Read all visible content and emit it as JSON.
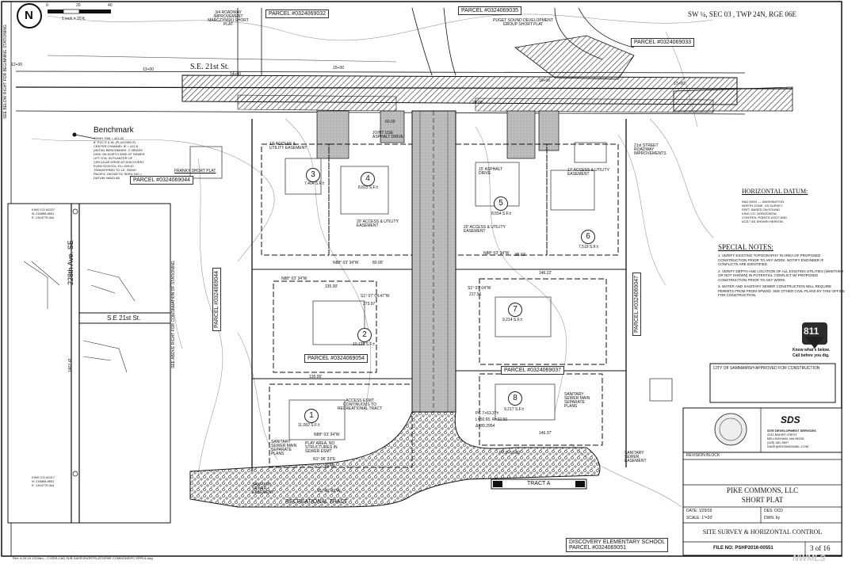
{
  "header": {
    "sheet_location": "SW ¼, SEC 03 , TWP 24N, RGE 06E",
    "north_symbol": "N",
    "scale_ticks": [
      "0",
      "20",
      "40"
    ],
    "scale_note": "1 inch = 20 ft."
  },
  "parcels": {
    "top_center_left": "PARCEL #0324069032",
    "top_center": "PARCEL #0324069035",
    "top_right": "PARCEL #0324069033",
    "left_frank": "PARCEL #0324069044",
    "left_vertical": "PARCEL #0324069044",
    "right_vertical": "PARCEL #0324069047",
    "middle_left": "PARCEL #0324069054",
    "middle_right": "PARCEL #0324069037",
    "bottom": "PARCEL #0324069051"
  },
  "short_plats": {
    "marczynski": "3/4 ROADWAY IMPROVEMENT MARCZYNSKI SHORT PLAT",
    "puget": "PUGET SOUND DEVELOPMENT GROUP SHORT PLAT",
    "franky": "FRANKY SHORT PLAT",
    "discovery": "DISCOVERY ELEMENTARY SCHOOL"
  },
  "streets": {
    "main": "S.E. 21st St.",
    "inset_street": "S.E 21st St.",
    "inset_avenue": "228th Ave. SE",
    "roadway_improvements": "21st STREET ROADWAY IMPROVEMENTS"
  },
  "stations": [
    "12+00",
    "13+00",
    "14+00",
    "15+00",
    "16+00",
    "17+00"
  ],
  "side_notes": {
    "left_top": "SEE BELOW RIGHT FOR BEGINNING STATIONING",
    "left_bottom": "SEE ABOVE RIGHT FOR CONTINUATION OF STATIONING"
  },
  "benchmark": {
    "title": "Benchmark",
    "lines": [
      "SDMH, RIM = 421.02",
      "8\" PVC E & W, (PLUGGED E)",
      "CENTER CHANNEL IE = 412.8",
      "(INITIAL BENCHMARK: 2\" BRASS",
      "DISK ON NORTH SIDE OF SEWER",
      "LIFT STA. IN PLANTER OF",
      "CIRCULAR DRIVE AT DISCOVERY",
      "ELEM SCHOOL, EL=329.00",
      "TRANSFERED TO LE, SDMH",
      "PACIFIC GEODETIC SERV. INC.)",
      "DATUM: NAVD-88"
    ]
  },
  "lots": [
    {
      "num": "1",
      "area": "11,062 S.F.±"
    },
    {
      "num": "2",
      "area": "10,125 S.F.±"
    },
    {
      "num": "3",
      "area": "7,404 S.F.±"
    },
    {
      "num": "4",
      "area": "8,815 S.F.±"
    },
    {
      "num": "5",
      "area": "8,554 S.F.±"
    },
    {
      "num": "6",
      "area": "7,519 S.F.±"
    },
    {
      "num": "7",
      "area": "9,214 S.F.±"
    },
    {
      "num": "8",
      "area": "9,217 S.F.±"
    }
  ],
  "tracts": {
    "recreational": "RECREATIONAL TRACT",
    "tract_a": "TRACT A",
    "play_area": "PLAY AREA, NO STRUCTURES IN SEWER ESMT"
  },
  "easements": {
    "access_utility_1": "17' ACCESS & UTILITY EASEMENT",
    "access_utility_2": "20' ACCESS & UTILITY EASEMENT",
    "access_utility_3": "20' ACCESS & UTILITY EASEMENT",
    "access_utility_4": "17' ACCESS & UTILITY EASEMENT",
    "joint_use": "JOINT USE ASPHALT DRIVE",
    "asphalt_drive": "15' ASPHALT DRIVE",
    "access_esmt": "ACCESS ESMT CONTINUOUS TO RECREATIONAL TRACT",
    "sewer_left": "SANITARY SEWER MAIN SEPARATE PLANS",
    "sewer_right": "SANITARY SEWER MAIN SEPARATE PLANS",
    "sewer_easement_l": "SANITARY SEWER EASEMENT",
    "sewer_easement_r": "SANITARY SEWER EASEMENT"
  },
  "bearings": [
    "N88° 03' 34\"W",
    "S1° 07' 04.47\"W",
    "N88° 03' 34\"W",
    "S1° 07' 04\"W",
    "N88° 03' 34\"W",
    "N1° 06' 33\"E",
    "S1° 06' 33\"W",
    "N88° 03' 34\"W"
  ],
  "distances": [
    "135.00'",
    "135.00'",
    "80.00'",
    "85.63'",
    "146.22'",
    "273.97",
    "217.56",
    "146.37'",
    "20.00",
    "60.00",
    "29.00"
  ],
  "curve": {
    "pc": "PC 7+63.37±",
    "data": "L=50.65, R=32.50",
    "delta": "Δ=89.2954",
    "pt": "PT 8+16.90"
  },
  "horizontal_datum": {
    "title": "HORIZONTAL DATUM:",
    "lines": [
      "NAD 83/91 — WASHINGTON",
      "NORTH ZONE, US SURVEY",
      "FEET, BASED ON FOUND",
      "KING CO. HORIZONTAL",
      "CONTROL POINTS #2227 AND",
      "#2217 AS SHOWN HEREON"
    ]
  },
  "special_notes": {
    "title": "SPECIAL NOTES:",
    "items": [
      "1. VERIFY EXISTING TOPOGRAPHY IN AREA OF PROPOSED CONSTRUCTION PRIOR TO ANY WORK. NOTIFY ENGINEER IF CONFLICTS ARE IDENTIFIED.",
      "2. VERIFY DEPTH AND LOCATION OF ALL EXISTING UTILITIES (WHETHER OR NOT SHOWN) IN POTENTIAL CONFLICT W/ PROPOSED CONSTRUCTION PRIOR TO ANY WORK.",
      "3. WATER AND SANITARY SEWER CONSTRUCTION WILL REQUIRE PERMITS FROM FROM SPWSD. SEE OTHER CIVIL PLANS  BY THIS OFFICE FOR CONSTRUCTION."
    ]
  },
  "call811": {
    "number": "811",
    "line1": "Know what's below.",
    "line2": "Call before you dig."
  },
  "approval": {
    "text": "CITY OF SAMMAMISH APPROVED FOR CONSTRUCTION"
  },
  "company": {
    "logo": "SDS",
    "name": "SITE DEVELOPMENT SERVICES",
    "lines": [
      "2011 BAKER CREST",
      "BELLINGHAM, WA 98226",
      "(425) 481-9697",
      "DAVE@SDSWAGMAIL.COM"
    ]
  },
  "title_block": {
    "revision_block": "REVISION BLOCK",
    "project_line1": "PIKE COMMONS, LLC",
    "project_line2": "SHORT PLAT",
    "date_label": "DATE:",
    "date": "1/29/19",
    "des_label": "DES:",
    "des": "DCD",
    "scale_label": "SCALE:",
    "scale": "1\"=20'",
    "dwn_label": "DWN. by",
    "dwn": "",
    "sheet_title": "SITE SURVEY & HORIZONTAL CONTROL",
    "file_label": "FILE NO:",
    "file_no": "PSHP2016-00551",
    "sheet_num": "3 of 16"
  },
  "inset": {
    "control1": [
      "KING CO #2227",
      "N: 216898.8951",
      "E: 1343775.344"
    ],
    "control2": [
      "KING CO #2217",
      "N: 216898.8951",
      "E: 1343775.344"
    ],
    "dist": "1462.41"
  },
  "footer": {
    "path_note": "Rev: 6-29-19 1219am – C:\\SDS-CAD SUB DAVE\\SHORTPLATS\\PIKE COMMONS\\PC SPPLN.dwg",
    "watermark": "NWMLS"
  }
}
